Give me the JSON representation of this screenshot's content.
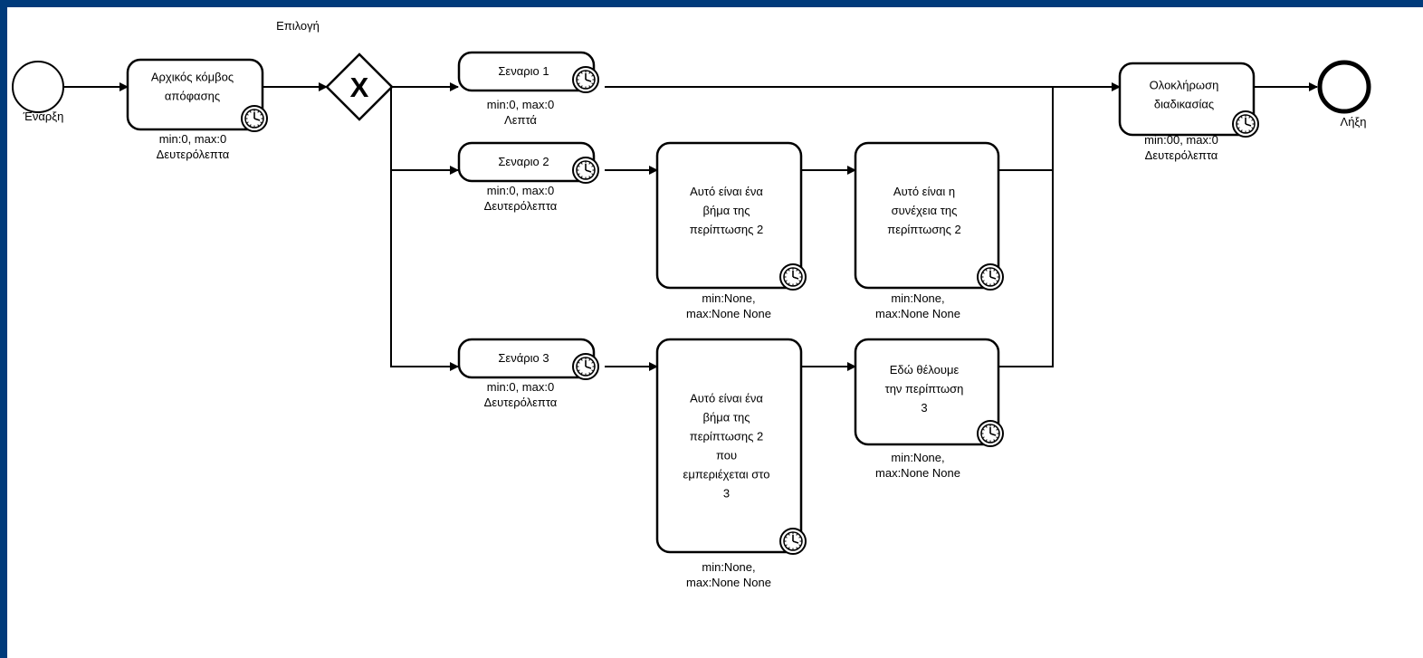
{
  "colors": {
    "frame": "#003b7b",
    "stroke": "#000000",
    "fill": "#ffffff"
  },
  "events": {
    "start": {
      "label": "Έναρξη"
    },
    "end": {
      "label": "Λήξη"
    }
  },
  "gateway": {
    "label": "Επιλογή",
    "symbol": "X"
  },
  "tasks": {
    "decision": {
      "lines": [
        "Αρχικός κόμβος",
        "απόφασης"
      ],
      "meta": [
        "min:0, max:0",
        "Δευτερόλεπτα"
      ]
    },
    "scenario1": {
      "lines": [
        "Σεναριο 1"
      ],
      "meta": [
        "min:0, max:0",
        "Λεπτά"
      ]
    },
    "scenario2": {
      "lines": [
        "Σεναριο 2"
      ],
      "meta": [
        "min:0, max:0",
        "Δευτερόλεπτα"
      ]
    },
    "scenario3": {
      "lines": [
        "Σενάριο 3"
      ],
      "meta": [
        "min:0, max:0",
        "Δευτερόλεπτα"
      ]
    },
    "step2a": {
      "lines": [
        "Αυτό είναι ένα",
        "βήμα της",
        "περίπτωσης 2"
      ],
      "meta": [
        "min:None,",
        "max:None None"
      ]
    },
    "step2b": {
      "lines": [
        "Αυτό είναι η",
        "συνέχεια της",
        "περίπτωσης 2"
      ],
      "meta": [
        "min:None,",
        "max:None None"
      ]
    },
    "step3a": {
      "lines": [
        "Αυτό είναι ένα",
        "βήμα της",
        "περίπτωσης 2",
        "που",
        "εμπεριέχεται στο",
        "3"
      ],
      "meta": [
        "min:None,",
        "max:None None"
      ]
    },
    "step3b": {
      "lines": [
        "Εδώ θέλουμε",
        "την περίπτωση",
        "3"
      ],
      "meta": [
        "min:None,",
        "max:None None"
      ]
    },
    "finish": {
      "lines": [
        "Ολοκλήρωση",
        "διαδικασίας"
      ],
      "meta": [
        "min:00, max:0",
        "Δευτερόλεπτα"
      ]
    }
  },
  "icons": {
    "timer": "timer-icon",
    "gateway": "exclusive-gateway-icon"
  }
}
